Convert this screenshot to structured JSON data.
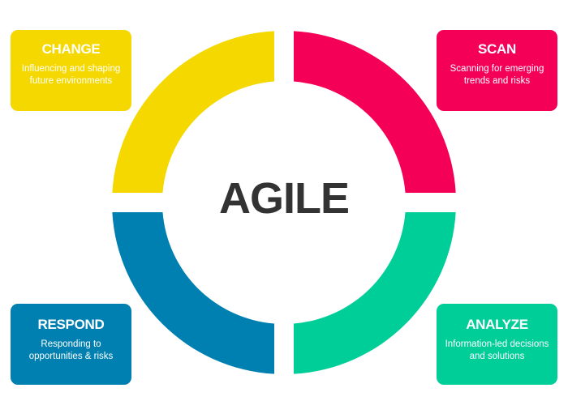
{
  "center_label": "AGILE",
  "segments": [
    {
      "id": "change",
      "title": "CHANGE",
      "description": "Influencing and shaping future environments",
      "color": "#F4D800",
      "quadrant": "top-left"
    },
    {
      "id": "scan",
      "title": "SCAN",
      "description": "Scanning for emerging trends and risks",
      "color": "#F50057",
      "quadrant": "top-right"
    },
    {
      "id": "respond",
      "title": "RESPOND",
      "description": "Responding to opportunities & risks",
      "color": "#0080B0",
      "quadrant": "bottom-left"
    },
    {
      "id": "analyze",
      "title": "ANALYZE",
      "description": "Information-led decisions and solutions",
      "color": "#00CE98",
      "quadrant": "bottom-right"
    }
  ]
}
